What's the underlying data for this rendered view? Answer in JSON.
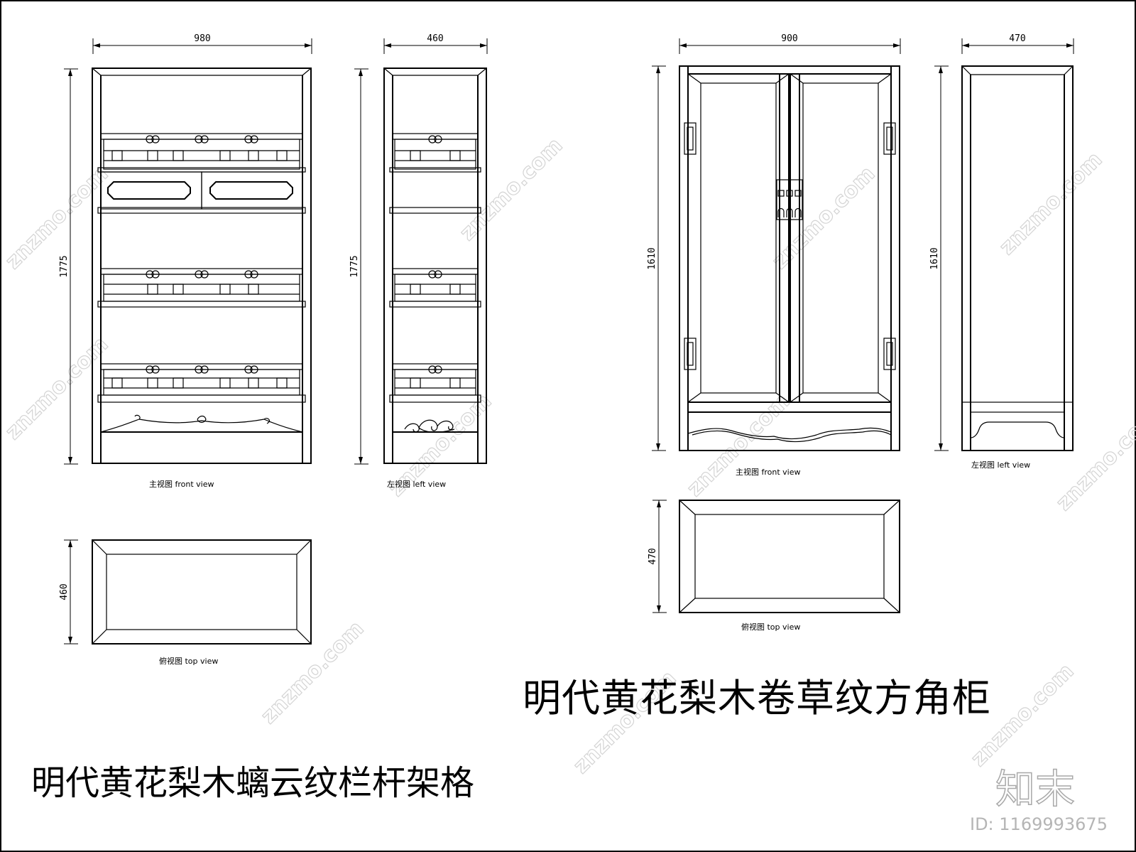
{
  "watermark": "znzmo.com",
  "cabinet_left": {
    "title": "明代黄花梨木螭云纹栏杆架格",
    "front_width": "980",
    "side_depth": "460",
    "height_front": "1775",
    "height_side": "1775",
    "top_depth": "460",
    "front_view_label": "主视图   front view",
    "left_view_label": "左视图   left view",
    "top_view_label": "俯视图   top view"
  },
  "cabinet_right": {
    "title": "明代黄花梨木卷草纹方角柜",
    "front_width": "900",
    "side_depth": "470",
    "height_front": "1610",
    "height_side": "1610",
    "top_depth": "470",
    "front_view_label": "主视图   front view",
    "left_view_label": "左视图   left view",
    "top_view_label": "俯视图   top view"
  },
  "branding": {
    "logo": "知末",
    "id_text": "ID: 1169993675"
  }
}
